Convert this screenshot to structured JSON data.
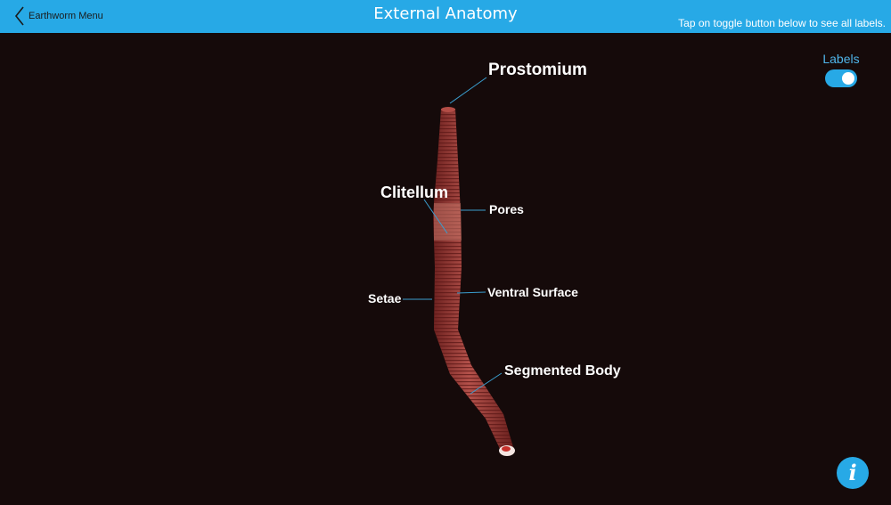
{
  "header": {
    "back_label": "Earthworm Menu",
    "title": "External Anatomy",
    "hint": "Tap on toggle button below to see all labels."
  },
  "labels_toggle": {
    "label": "Labels",
    "state": "on"
  },
  "anatomy_labels": {
    "prostomium": "Prostomium",
    "clitellum": "Clitellum",
    "pores": "Pores",
    "setae": "Setae",
    "ventral_surface": "Ventral Surface",
    "segmented_body": "Segmented Body"
  },
  "colors": {
    "accent": "#27a9e6",
    "background": "#150a0a",
    "worm_body": "#9e3a36",
    "leader_line": "#3a9ecf"
  },
  "icons": {
    "back": "chevron-left-icon",
    "info": "info-icon"
  }
}
